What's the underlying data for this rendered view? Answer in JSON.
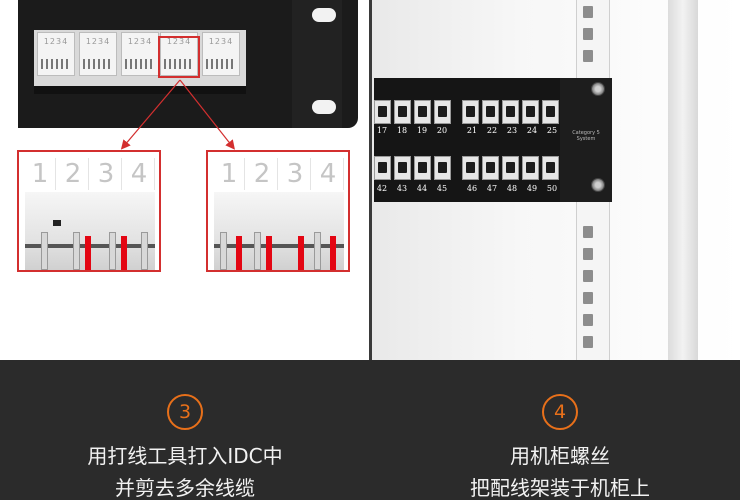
{
  "left_photo": {
    "module_digits": [
      "1234",
      "1234",
      "1234",
      "1234",
      "1234"
    ],
    "zoom_digits": [
      "1",
      "2",
      "3",
      "4"
    ]
  },
  "right_photo": {
    "ear_label_line1": "Category 5",
    "ear_label_line2": "System",
    "top_port_numbers_a": [
      "17",
      "18",
      "19",
      "20"
    ],
    "top_port_numbers_b": [
      "21",
      "22",
      "23",
      "24",
      "25"
    ],
    "bottom_port_numbers_a": [
      "42",
      "43",
      "44",
      "45"
    ],
    "bottom_port_numbers_b": [
      "46",
      "47",
      "48",
      "49",
      "50"
    ]
  },
  "steps": [
    {
      "number": "3",
      "line1": "用打线工具打入IDC中",
      "line2": "并剪去多余线缆"
    },
    {
      "number": "4",
      "line1": "用机柜螺丝",
      "line2": "把配线架装于机柜上"
    }
  ],
  "colors": {
    "accent": "#e8701a",
    "highlight_red": "#d32f2f",
    "wire_red": "#e30613",
    "caption_bg": "#2b2b2b"
  }
}
